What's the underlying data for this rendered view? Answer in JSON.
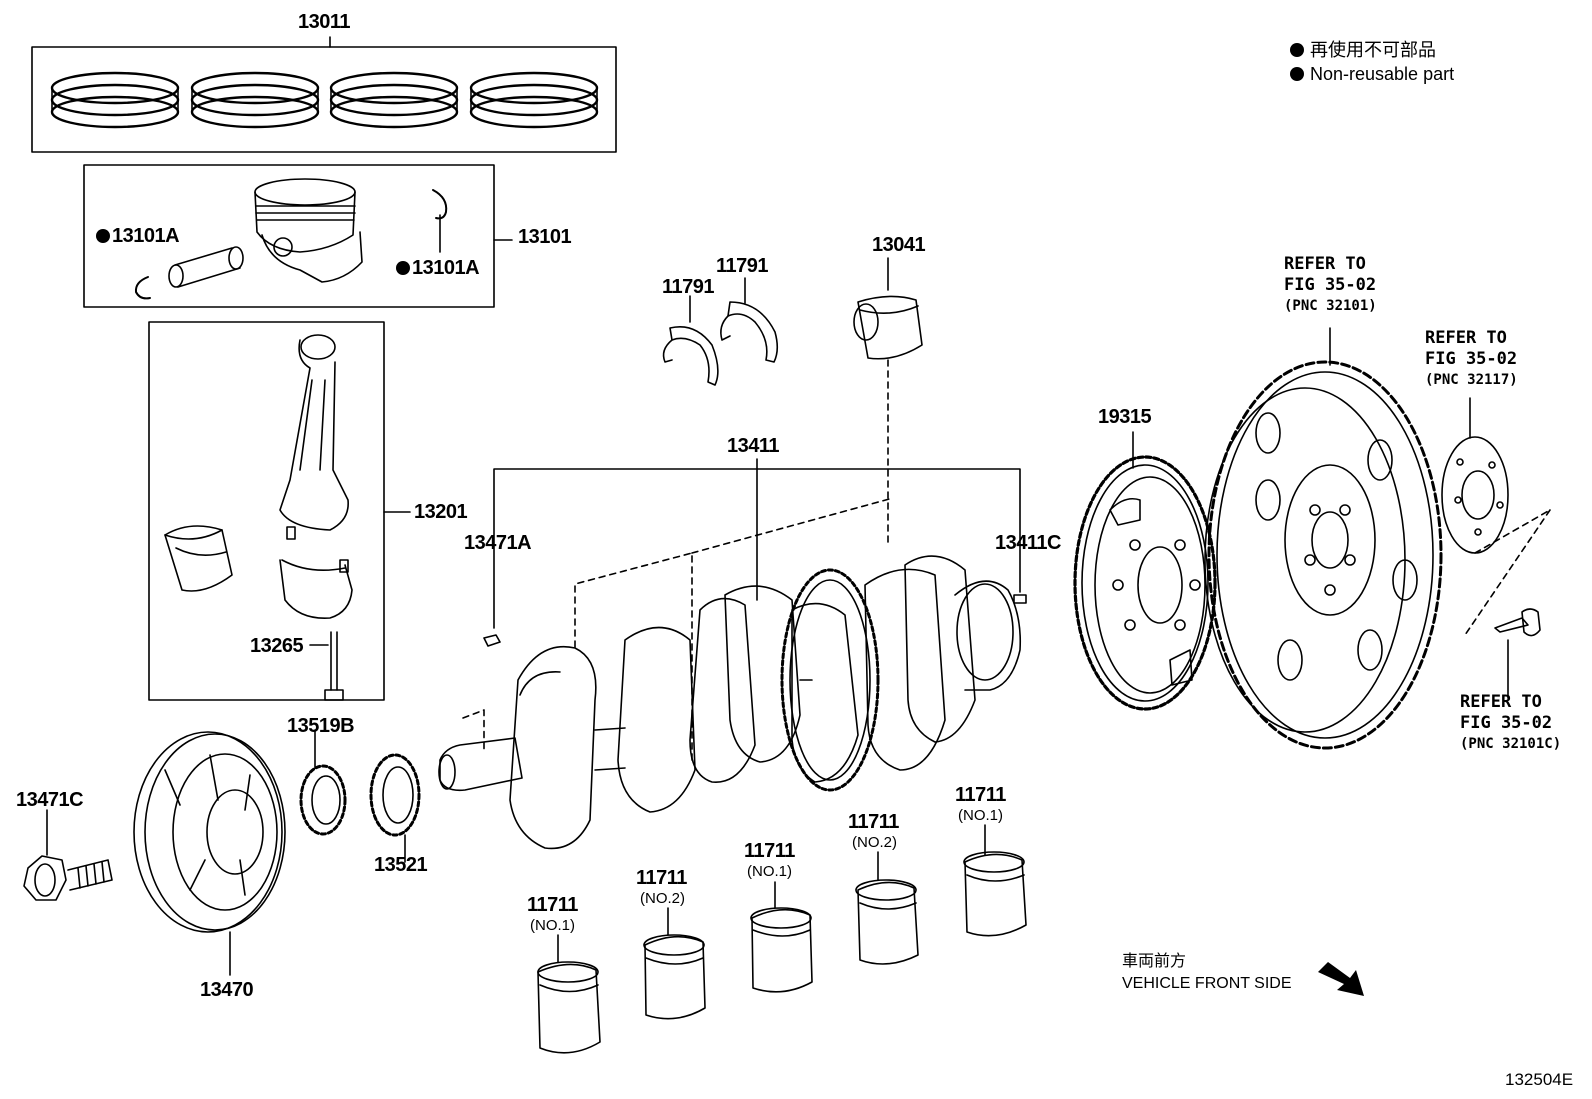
{
  "legend": {
    "japanese": "再使用不可部品",
    "english": "Non-reusable part"
  },
  "parts": {
    "p13011": "13011",
    "p13101": "13101",
    "p13101a_left": "13101A",
    "p13101a_right": "13101A",
    "p13201": "13201",
    "p13265": "13265",
    "p11791_a": "11791",
    "p11791_b": "11791",
    "p13041": "13041",
    "p13411": "13411",
    "p13471a": "13471A",
    "p13411c": "13411C",
    "p19315": "19315",
    "p13519b": "13519B",
    "p13521": "13521",
    "p13471c": "13471C",
    "p13470": "13470"
  },
  "bearings": [
    {
      "pnc": "11711",
      "sub": "(NO.1)"
    },
    {
      "pnc": "11711",
      "sub": "(NO.2)"
    },
    {
      "pnc": "11711",
      "sub": "(NO.1)"
    },
    {
      "pnc": "11711",
      "sub": "(NO.2)"
    },
    {
      "pnc": "11711",
      "sub": "(NO.1)"
    }
  ],
  "refs": [
    {
      "line1": "REFER TO",
      "line2": "FIG 35-02",
      "line3": "(PNC 32101)"
    },
    {
      "line1": "REFER TO",
      "line2": "FIG 35-02",
      "line3": "(PNC 32117)"
    },
    {
      "line1": "REFER TO",
      "line2": "FIG 35-02",
      "line3": "(PNC 32101C)"
    }
  ],
  "direction": {
    "japanese": "車両前方",
    "english": "VEHICLE FRONT SIDE"
  },
  "figure_code": "132504E"
}
